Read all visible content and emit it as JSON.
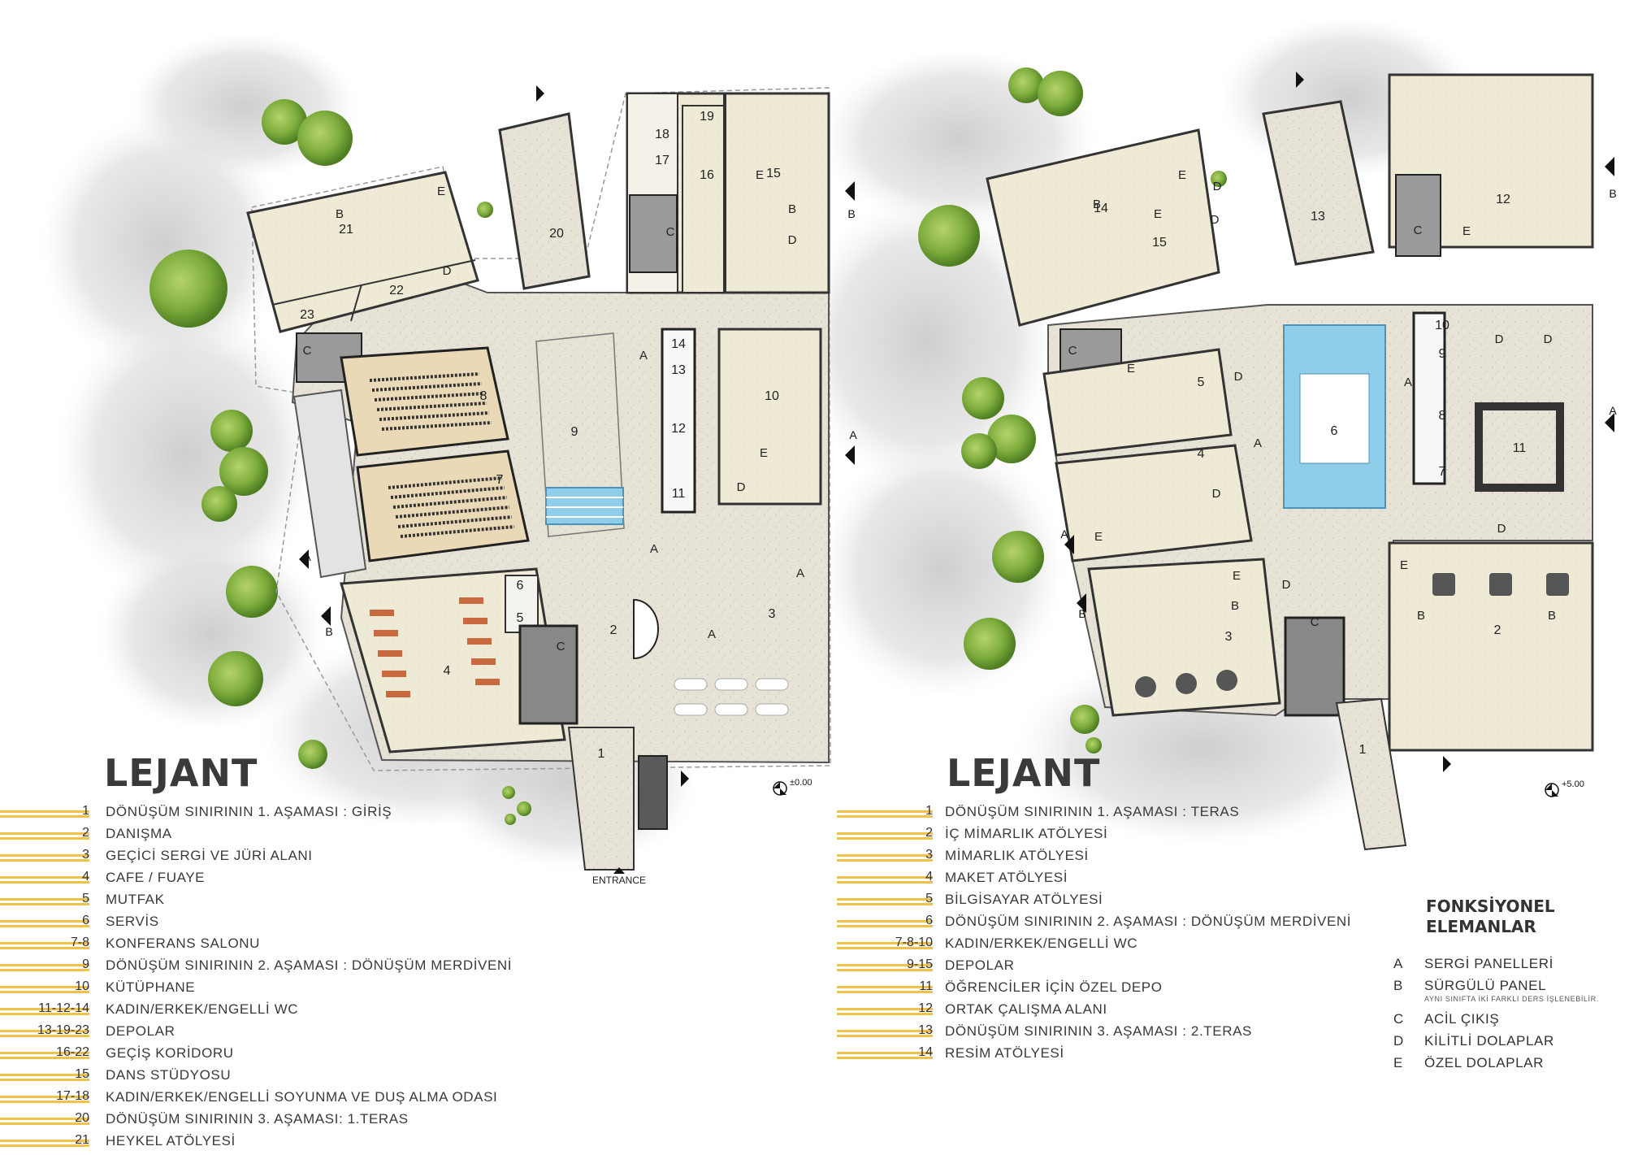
{
  "plan_left": {
    "rooms": [
      {
        "id": "r1",
        "label": "1"
      },
      {
        "id": "r2",
        "label": "2"
      },
      {
        "id": "r3",
        "label": "3"
      },
      {
        "id": "r4",
        "label": "4"
      },
      {
        "id": "r5",
        "label": "5"
      },
      {
        "id": "r6",
        "label": "6"
      },
      {
        "id": "r7",
        "label": "7"
      },
      {
        "id": "r8",
        "label": "8"
      },
      {
        "id": "r9",
        "label": "9"
      },
      {
        "id": "r10",
        "label": "10"
      },
      {
        "id": "r11",
        "label": "11"
      },
      {
        "id": "r12",
        "label": "12"
      },
      {
        "id": "r13",
        "label": "13"
      },
      {
        "id": "r14",
        "label": "14"
      },
      {
        "id": "r15",
        "label": "15"
      },
      {
        "id": "r16",
        "label": "16"
      },
      {
        "id": "r17",
        "label": "17"
      },
      {
        "id": "r18",
        "label": "18"
      },
      {
        "id": "r19",
        "label": "19"
      },
      {
        "id": "r20",
        "label": "20"
      },
      {
        "id": "r21",
        "label": "21"
      },
      {
        "id": "r22",
        "label": "22"
      },
      {
        "id": "r23",
        "label": "23"
      }
    ],
    "entrance_label": "ENTRANCE",
    "elevation": "±0.00",
    "section_marks": [
      "A",
      "A",
      "B",
      "B"
    ],
    "element_marks": [
      "A",
      "A",
      "A",
      "A",
      "B",
      "B",
      "C",
      "C",
      "C",
      "D",
      "D",
      "D",
      "E",
      "E",
      "E"
    ]
  },
  "plan_right": {
    "rooms": [
      {
        "id": "s1",
        "label": "1"
      },
      {
        "id": "s2",
        "label": "2"
      },
      {
        "id": "s3",
        "label": "3"
      },
      {
        "id": "s4",
        "label": "4"
      },
      {
        "id": "s5",
        "label": "5"
      },
      {
        "id": "s6",
        "label": "6"
      },
      {
        "id": "s7",
        "label": "7"
      },
      {
        "id": "s8",
        "label": "8"
      },
      {
        "id": "s9",
        "label": "9"
      },
      {
        "id": "s10",
        "label": "10"
      },
      {
        "id": "s11",
        "label": "11"
      },
      {
        "id": "s12",
        "label": "12"
      },
      {
        "id": "s13",
        "label": "13"
      },
      {
        "id": "s14",
        "label": "14"
      },
      {
        "id": "s15",
        "label": "15"
      }
    ],
    "elevation": "+5.00",
    "section_marks": [
      "A",
      "A",
      "B",
      "B"
    ],
    "element_marks": [
      "A",
      "A",
      "B",
      "B",
      "B",
      "B",
      "C",
      "C",
      "C",
      "D",
      "D",
      "D",
      "D",
      "D",
      "D",
      "D",
      "D",
      "E",
      "E",
      "E",
      "E",
      "E",
      "E",
      "E"
    ]
  },
  "legend_left": {
    "title": "LEJANT",
    "items": [
      {
        "num": "1",
        "text": "DÖNÜŞÜM SINIRININ 1. AŞAMASI : GİRİŞ"
      },
      {
        "num": "2",
        "text": "DANIŞMA"
      },
      {
        "num": "3",
        "text": "GEÇİCİ SERGİ VE JÜRİ ALANI"
      },
      {
        "num": "4",
        "text": "CAFE / FUAYE"
      },
      {
        "num": "5",
        "text": "MUTFAK"
      },
      {
        "num": "6",
        "text": "SERVİS"
      },
      {
        "num": "7-8",
        "text": "KONFERANS SALONU"
      },
      {
        "num": "9",
        "text": "DÖNÜŞÜM SINIRININ 2. AŞAMASI : DÖNÜŞÜM MERDİVENİ"
      },
      {
        "num": "10",
        "text": "KÜTÜPHANE"
      },
      {
        "num": "11-12-14",
        "text": "KADIN/ERKEK/ENGELLİ WC"
      },
      {
        "num": "13-19-23",
        "text": "DEPOLAR"
      },
      {
        "num": "16-22",
        "text": "GEÇİŞ KORİDORU"
      },
      {
        "num": "15",
        "text": "DANS STÜDYOSU"
      },
      {
        "num": "17-18",
        "text": "KADIN/ERKEK/ENGELLİ SOYUNMA VE DUŞ ALMA ODASI"
      },
      {
        "num": "20",
        "text": "DÖNÜŞÜM SINIRININ 3. AŞAMASI: 1.TERAS"
      },
      {
        "num": "21",
        "text": "HEYKEL ATÖLYESİ"
      }
    ]
  },
  "legend_right": {
    "title": "LEJANT",
    "items": [
      {
        "num": "1",
        "text": "DÖNÜŞÜM SINIRININ 1. AŞAMASI : TERAS"
      },
      {
        "num": "2",
        "text": "İÇ MİMARLIK ATÖLYESİ"
      },
      {
        "num": "3",
        "text": "MİMARLIK ATÖLYESİ"
      },
      {
        "num": "4",
        "text": "MAKET ATÖLYESİ"
      },
      {
        "num": "5",
        "text": "BİLGİSAYAR ATÖLYESİ"
      },
      {
        "num": "6",
        "text": "DÖNÜŞÜM SINIRININ 2. AŞAMASI : DÖNÜŞÜM MERDİVENİ"
      },
      {
        "num": "7-8-10",
        "text": "KADIN/ERKEK/ENGELLİ WC"
      },
      {
        "num": "9-15",
        "text": "DEPOLAR"
      },
      {
        "num": "11",
        "text": "ÖĞRENCİLER İÇİN ÖZEL DEPO"
      },
      {
        "num": "12",
        "text": "ORTAK ÇALIŞMA ALANI"
      },
      {
        "num": "13",
        "text": "DÖNÜŞÜM SINIRININ 3. AŞAMASI : 2.TERAS"
      },
      {
        "num": "14",
        "text": "RESİM ATÖLYESİ"
      }
    ]
  },
  "functional": {
    "title_line1": "FONKSİYONEL",
    "title_line2": "ELEMANLAR",
    "items": [
      {
        "key": "A",
        "text": "SERGİ PANELLERİ"
      },
      {
        "key": "B",
        "text": "SÜRGÜLÜ PANEL",
        "note": "AYNI SINIFTA İKİ FARKLI DERS İŞLENEBİLİR."
      },
      {
        "key": "C",
        "text": "ACİL ÇIKIŞ"
      },
      {
        "key": "D",
        "text": "KİLİTLİ DOLAPLAR"
      },
      {
        "key": "E",
        "text": "ÖZEL DOLAPLAR"
      }
    ]
  },
  "colors": {
    "floor": "#e8e4d9",
    "room": "#eeead8",
    "wall": "#2b2b2b",
    "tree": "#7fae3e",
    "accent": "#f1c24a",
    "pool": "#7fc4e4"
  }
}
